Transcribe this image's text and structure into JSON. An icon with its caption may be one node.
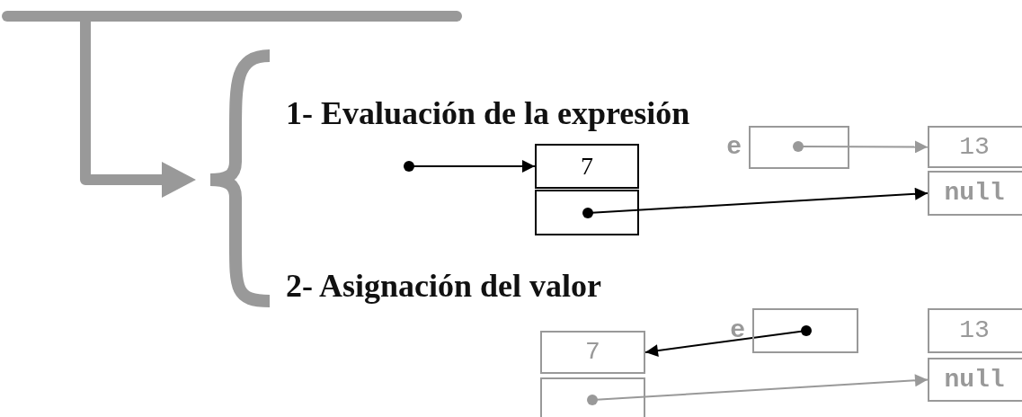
{
  "diagram": {
    "nodes": [
      {
        "text": [
          "7"
        ]
      },
      {
        "text": [],
        "shape": "box"
      },
      {
        "text": [],
        "shape": "box",
        "beside": [
          "e"
        ]
      },
      {
        "text": [
          "13"
        ]
      },
      {
        "text": [
          "null"
        ]
      },
      {
        "text": [
          "7"
        ]
      },
      {
        "text": [],
        "shape": "box"
      },
      {
        "text": [],
        "shape": "box",
        "beside": [
          "e"
        ]
      },
      {
        "text": [
          "13"
        ]
      },
      {
        "text": [
          "null"
        ]
      }
    ],
    "edges": [
      {
        "from": null,
        "to": 0,
        "arrow": "to"
      },
      {
        "from": 1,
        "to": 4,
        "arrow": "to"
      },
      {
        "from": 2,
        "to": 3,
        "arrow": "to",
        "color": "#999999"
      },
      {
        "from": 7,
        "to": 5,
        "arrow": "to"
      },
      {
        "from": 6,
        "to": 9,
        "arrow": "to",
        "color": "#999999"
      }
    ],
    "labels": [
      "1- Evaluación de la expresión",
      "2- Asignación del valor"
    ]
  }
}
